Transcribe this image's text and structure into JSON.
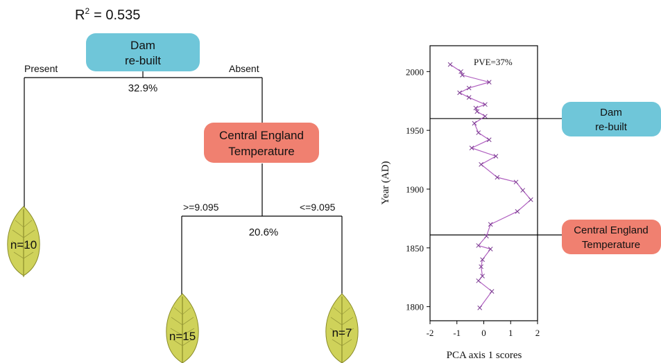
{
  "tree": {
    "r2_label": "R",
    "r2_sup": "2",
    "r2_value": "=  0.535",
    "root": {
      "line1": "Dam",
      "line2": "re-built",
      "color": "#6fc6d9"
    },
    "root_left_label": "Present",
    "root_right_label": "Absent",
    "root_pct": "32.9%",
    "split2": {
      "line1": "Central England",
      "line2": "Temperature",
      "color": "#f08070"
    },
    "split2_left_label": ">=9.095",
    "split2_right_label": "<=9.095",
    "split2_pct": "20.6%",
    "leaves": [
      "n=10",
      "n=15",
      "n=7"
    ],
    "leaf_color": "#d7d96a"
  },
  "chart_data": {
    "type": "line",
    "annotation": "PVE=37%",
    "xlabel": "PCA axis 1 scores",
    "ylabel": "Year (AD)",
    "xlim": [
      -2,
      2
    ],
    "ylim": [
      1788,
      2022
    ],
    "xticks": [
      "-2",
      "-1",
      "0",
      "1",
      "2"
    ],
    "yticks": [
      "1800",
      "1850",
      "1900",
      "1950",
      "2000"
    ],
    "series_color": "#b060c0",
    "x": [
      -1.25,
      -0.85,
      -0.8,
      0.2,
      -0.55,
      -0.9,
      -0.55,
      0.05,
      -0.3,
      -0.25,
      0.05,
      -0.35,
      -0.2,
      0.2,
      -0.45,
      0.45,
      -0.1,
      0.5,
      1.2,
      1.45,
      1.75,
      1.25,
      0.25,
      0.1,
      -0.2,
      0.25,
      -0.05,
      -0.1,
      -0.05,
      -0.2,
      0.3,
      -0.15
    ],
    "y": [
      2006,
      2000,
      1997,
      1991,
      1986,
      1982,
      1978,
      1972,
      1969,
      1966,
      1962,
      1956,
      1948,
      1942,
      1935,
      1928,
      1921,
      1910,
      1906,
      1899,
      1891,
      1881,
      1870,
      1860,
      1852,
      1849,
      1840,
      1834,
      1826,
      1822,
      1813,
      1799
    ],
    "horizontal_lines": [
      1960,
      1861
    ]
  },
  "side_labels": [
    {
      "line1": "Dam",
      "line2": "re-built",
      "color": "#6fc6d9"
    },
    {
      "line1": "Central England",
      "line2": "Temperature",
      "color": "#f08070"
    }
  ]
}
